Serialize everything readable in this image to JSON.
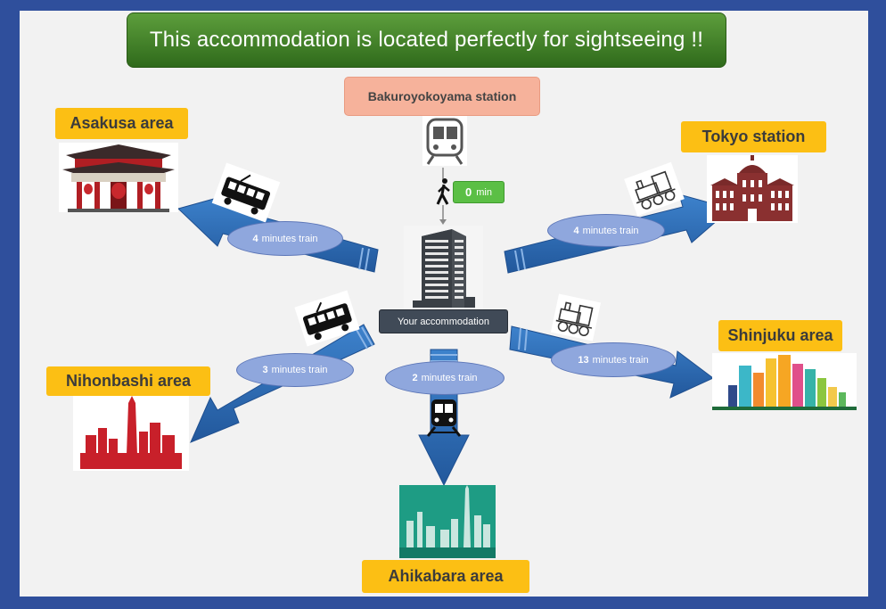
{
  "title": "This accommodation is located perfectly for sightseeing !!",
  "station": "Bakuroyokoyama station",
  "walk": {
    "value": "0",
    "unit": "min"
  },
  "accommodation_label": "Your accommodation",
  "areas": {
    "asakusa": "Asakusa area",
    "tokyo": "Tokyo station",
    "nihonbashi": "Nihonbashi area",
    "shinjuku": "Shinjuku area",
    "akihabara": "Ahikabara area"
  },
  "routes": {
    "asakusa": {
      "value": "4",
      "unit": "minutes train"
    },
    "tokyo": {
      "value": "4",
      "unit": "minutes train"
    },
    "nihonbashi": {
      "value": "3",
      "unit": "minutes train"
    },
    "akihabara": {
      "value": "2",
      "unit": "minutes train"
    },
    "shinjuku": {
      "value": "13",
      "unit": "minutes train"
    }
  },
  "colors": {
    "background": "#2f4f9c",
    "arrow": "#2e6fb8",
    "label": "#fcbf14",
    "banner": "#3f7f27",
    "oval": "#8fa7dd",
    "station": "#f6b29b"
  },
  "icons": [
    "train-front-icon",
    "walking-person-icon",
    "building-icon",
    "tram-icon",
    "steam-locomotive-icon",
    "subway-train-icon"
  ]
}
